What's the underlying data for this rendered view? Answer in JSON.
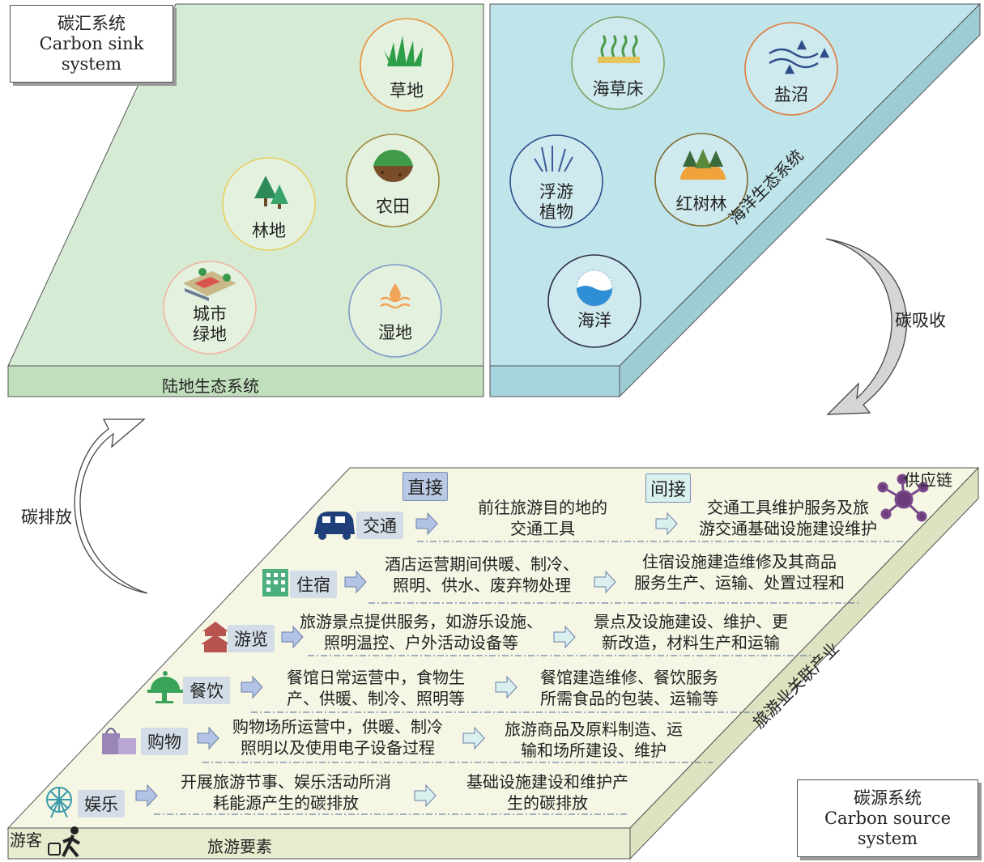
{
  "carbon_sink": {
    "cn": "碳汇系统",
    "en1": "Carbon sink",
    "en2": "system"
  },
  "carbon_source": {
    "cn": "碳源系统",
    "en1": "Carbon source",
    "en2": "system"
  },
  "land": {
    "label": "陆地生态系统",
    "items": [
      {
        "lines": [
          "草地"
        ]
      },
      {
        "lines": [
          "农田"
        ]
      },
      {
        "lines": [
          "林地"
        ]
      },
      {
        "lines": [
          "城市",
          "绿地"
        ]
      },
      {
        "lines": [
          "湿地"
        ]
      }
    ]
  },
  "ocean": {
    "label": "海洋生态系统",
    "items": [
      {
        "lines": [
          "海草床"
        ]
      },
      {
        "lines": [
          "盐沼"
        ]
      },
      {
        "lines": [
          "浮游",
          "植物"
        ]
      },
      {
        "lines": [
          "红树林"
        ]
      },
      {
        "lines": [
          "海洋"
        ]
      }
    ]
  },
  "arrows": {
    "absorb": "碳吸收",
    "emit": "碳排放"
  },
  "tourism": {
    "direct": "直接",
    "indirect": "间接",
    "supply_chain": "供应链",
    "industry_label": "旅游业关联产业",
    "elements_label": "旅游要素",
    "tourist": "游客",
    "rows": [
      {
        "name": "交通",
        "direct": [
          "前往旅游目的地的",
          "交通工具"
        ],
        "indirect": [
          "交通工具维护服务及旅",
          "游交通基础设施建设维护"
        ]
      },
      {
        "name": "住宿",
        "direct": [
          "酒店运营期间供暖、制冷、",
          "照明、供水、废弃物处理"
        ],
        "indirect": [
          "住宿设施建造维修及其商品",
          "服务生产、运输、处置过程和"
        ]
      },
      {
        "name": "游览",
        "direct": [
          "旅游景点提供服务，如游乐设施、",
          "照明温控、户外活动设备等"
        ],
        "indirect": [
          "景点及设施建设、维护、更",
          "新改造，材料生产和运输"
        ]
      },
      {
        "name": "餐饮",
        "direct": [
          "餐馆日常运营中，食物生",
          "产、供暖、制冷、照明等"
        ],
        "indirect": [
          "餐馆建造维修、餐饮服务",
          "所需食品的包装、运输等"
        ]
      },
      {
        "name": "购物",
        "direct": [
          "购物场所运营中，供暖、制冷",
          "照明以及使用电子设备过程"
        ],
        "indirect": [
          "旅游商品及原料制造、运",
          "输和场所建设、维护"
        ]
      },
      {
        "name": "娱乐",
        "direct": [
          "开展旅游节事、娱乐活动所消",
          "耗能源产生的碳排放"
        ],
        "indirect": [
          "基础设施建设和维护产",
          "生的碳排放"
        ]
      }
    ]
  },
  "colors": {
    "land_top": "#d6ebd3",
    "land_side": "#c2dfbd",
    "ocean_top": "#bfe4ea",
    "ocean_side": "#a6d5de",
    "plate_top": "#f5f6e4",
    "plate_side": "#e9ebcf",
    "tag_bg": "#d3dde7",
    "tag_head": "#b9c8e3",
    "arrow_fill": "#b3c3e6",
    "arrow_fill2": "#d9f0ef"
  }
}
